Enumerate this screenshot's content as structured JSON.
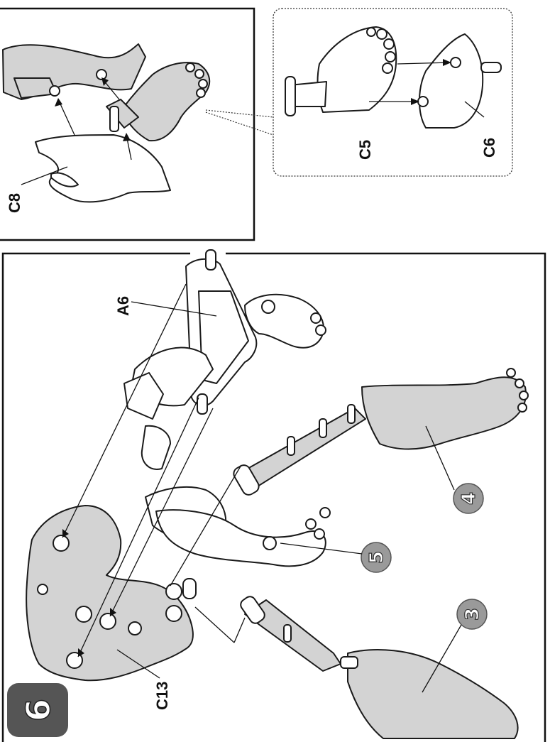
{
  "labels": {
    "c8": "C8",
    "c5": "C5",
    "c6": "C6",
    "a6": "A6",
    "c13": "C13"
  },
  "badges": {
    "b3": "3",
    "b4": "4",
    "b5": "5"
  },
  "step_number": "6",
  "colors": {
    "part_fill": "#d3d3d3",
    "badge_fill": "#9a9a9a",
    "step_fill": "#555555",
    "outline": "#1a1a1a"
  }
}
